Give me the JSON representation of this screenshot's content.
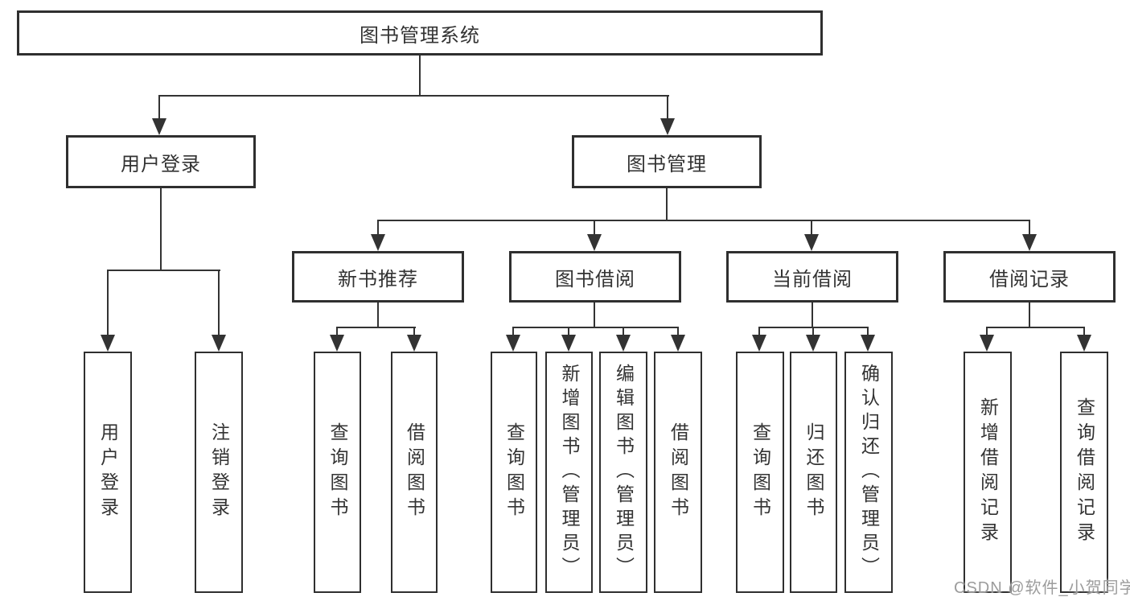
{
  "diagram": {
    "root": {
      "label": "图书管理系统"
    },
    "level2": {
      "user_login": "用户登录",
      "book_management": "图书管理"
    },
    "level3": {
      "new_book_recommend": "新书推荐",
      "book_borrowing": "图书借阅",
      "current_borrowing": "当前借阅",
      "borrowing_records": "借阅记录"
    },
    "leaves": {
      "user_login": "用户登录",
      "logout": "注销登录",
      "nbr_query_books": "查询图书",
      "nbr_borrow_books": "借阅图书",
      "bb_query_books": "查询图书",
      "bb_add_books_admin": "新增图书（管理员）",
      "bb_edit_books_admin": "编辑图书（管理员）",
      "bb_borrow_books": "借阅图书",
      "cb_query_books": "查询图书",
      "cb_return_books": "归还图书",
      "cb_confirm_return_admin": "确认归还（管理员）",
      "br_add_record": "新增借阅记录",
      "br_query_record": "查询借阅记录"
    }
  },
  "watermark": {
    "text": "CSDN @软件_小贺同学"
  },
  "colors": {
    "line": "#333333",
    "box_border": "#2f2f2f",
    "text": "#333333",
    "watermark": "#9c9c9c",
    "background": "#ffffff"
  }
}
